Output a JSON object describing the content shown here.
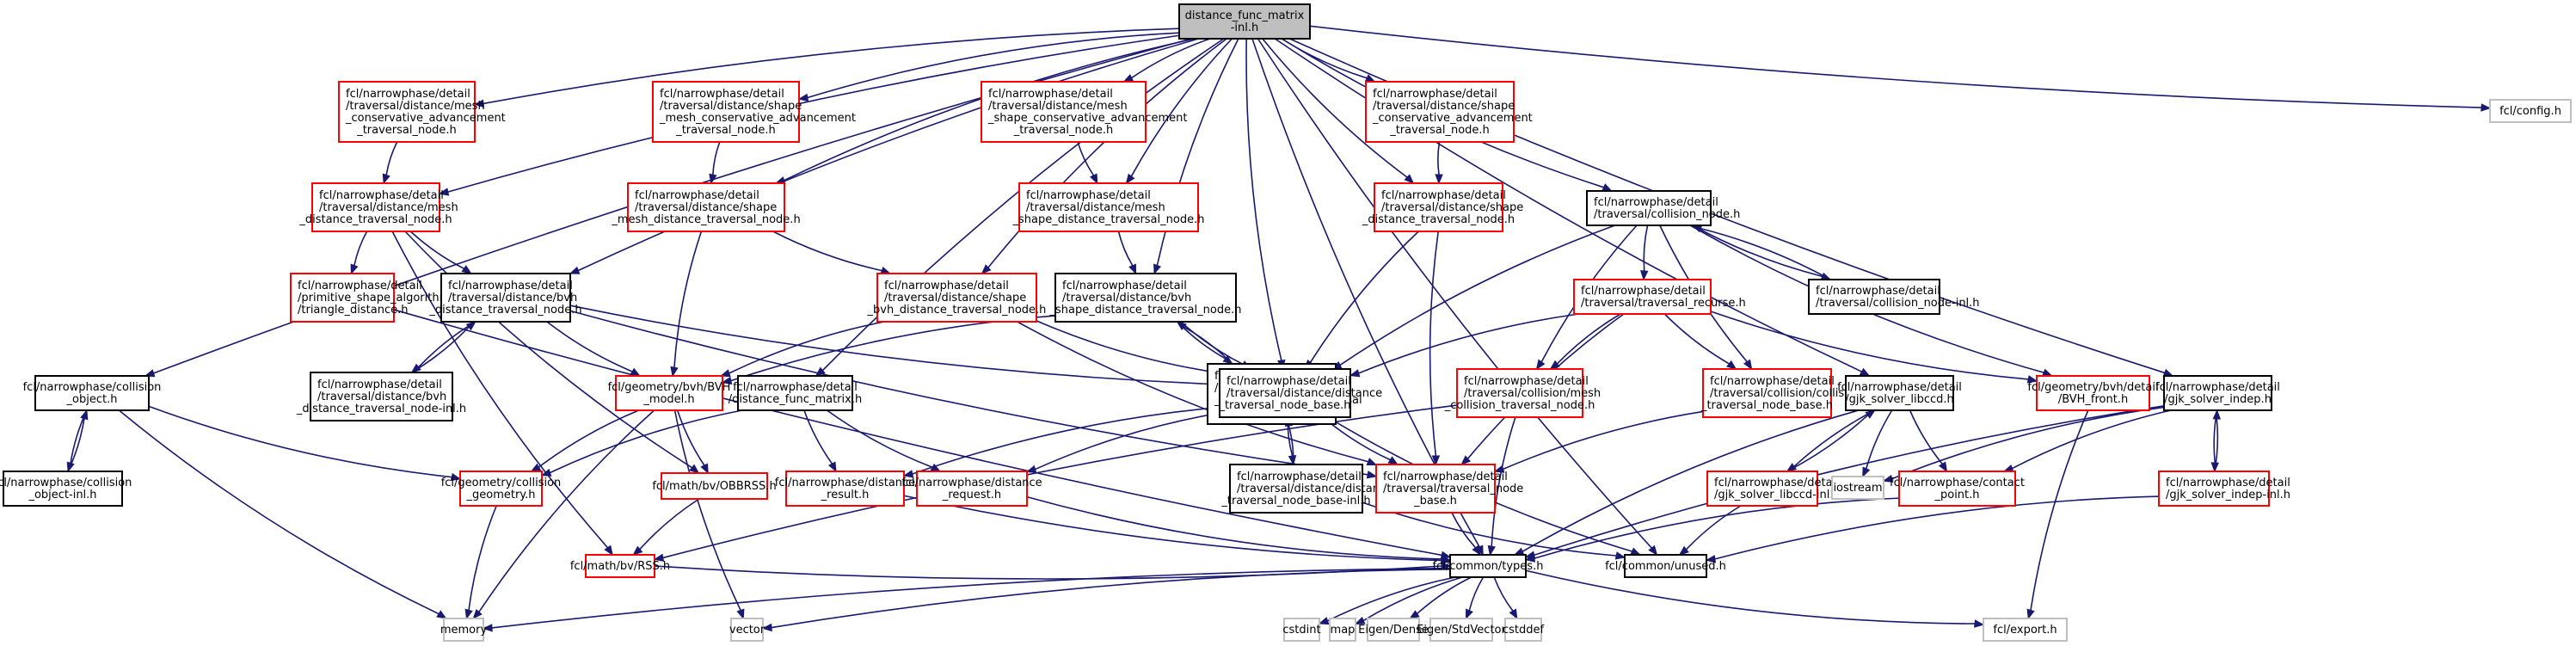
{
  "title": "distance_func_matrix-inl.h include dependency graph",
  "colors": {
    "edge": "#191970",
    "root_fill": "#bfbfbf",
    "documented_border": "#000000",
    "undocumented_border": "#ff0000",
    "external_border": "#bfbfbf"
  },
  "nodes": [
    {
      "id": "root",
      "lines": [
        "distance_func_matrix",
        "-inl.h"
      ],
      "kind": "root"
    },
    {
      "id": "mesh_ca",
      "lines": [
        "fcl/narrowphase/detail",
        "/traversal/distance/mesh",
        "_conservative_advancement",
        "_traversal_node.h"
      ],
      "kind": "red"
    },
    {
      "id": "shape_mesh_ca",
      "lines": [
        "fcl/narrowphase/detail",
        "/traversal/distance/shape",
        "_mesh_conservative_advancement",
        "_traversal_node.h"
      ],
      "kind": "red"
    },
    {
      "id": "mesh_shape_ca",
      "lines": [
        "fcl/narrowphase/detail",
        "/traversal/distance/mesh",
        "_shape_conservative_advancement",
        "_traversal_node.h"
      ],
      "kind": "red"
    },
    {
      "id": "shape_ca",
      "lines": [
        "fcl/narrowphase/detail",
        "/traversal/distance/shape",
        "_conservative_advancement",
        "_traversal_node.h"
      ],
      "kind": "red"
    },
    {
      "id": "config",
      "lines": [
        "fcl/config.h"
      ],
      "kind": "ext"
    },
    {
      "id": "mesh_dist",
      "lines": [
        "fcl/narrowphase/detail",
        "/traversal/distance/mesh",
        "_distance_traversal_node.h"
      ],
      "kind": "red"
    },
    {
      "id": "shape_mesh_dist",
      "lines": [
        "fcl/narrowphase/detail",
        "/traversal/distance/shape",
        "_mesh_distance_traversal_node.h"
      ],
      "kind": "red"
    },
    {
      "id": "mesh_shape_dist",
      "lines": [
        "fcl/narrowphase/detail",
        "/traversal/distance/mesh",
        "_shape_distance_traversal_node.h"
      ],
      "kind": "red"
    },
    {
      "id": "shape_dist",
      "lines": [
        "fcl/narrowphase/detail",
        "/traversal/distance/shape",
        "_distance_traversal_node.h"
      ],
      "kind": "red"
    },
    {
      "id": "collision_node",
      "lines": [
        "fcl/narrowphase/detail",
        "/traversal/collision_node.h"
      ],
      "kind": "black"
    },
    {
      "id": "triangle_distance",
      "lines": [
        "fcl/narrowphase/detail",
        "/primitive_shape_algorithm",
        "/triangle_distance.h"
      ],
      "kind": "red"
    },
    {
      "id": "bvh_dist",
      "lines": [
        "fcl/narrowphase/detail",
        "/traversal/distance/bvh",
        "_distance_traversal_node.h"
      ],
      "kind": "black"
    },
    {
      "id": "shape_bvh_dist",
      "lines": [
        "fcl/narrowphase/detail",
        "/traversal/distance/shape",
        "_bvh_distance_traversal_node.h"
      ],
      "kind": "red"
    },
    {
      "id": "bvh_shape_dist",
      "lines": [
        "fcl/narrowphase/detail",
        "/traversal/distance/bvh",
        "_shape_distance_traversal_node.h"
      ],
      "kind": "black"
    },
    {
      "id": "traversal_recurse",
      "lines": [
        "fcl/narrowphase/detail",
        "/traversal/traversal_recurse.h"
      ],
      "kind": "red"
    },
    {
      "id": "collision_node_inl",
      "lines": [
        "fcl/narrowphase/detail",
        "/traversal/collision_node-inl.h"
      ],
      "kind": "black"
    },
    {
      "id": "collision_object",
      "lines": [
        "fcl/narrowphase/collision",
        "_object.h"
      ],
      "kind": "black"
    },
    {
      "id": "bvh_dist_inl",
      "lines": [
        "fcl/narrowphase/detail",
        "/traversal/distance/bvh",
        "_distance_traversal_node-inl.h"
      ],
      "kind": "black"
    },
    {
      "id": "bvh_model",
      "lines": [
        "fcl/geometry/bvh/BVH",
        "_model.h"
      ],
      "kind": "red"
    },
    {
      "id": "distance_func_matrix",
      "lines": [
        "fcl/narrowphase/detail",
        "/distance_func_matrix.h"
      ],
      "kind": "black"
    },
    {
      "id": "bvh_shape_dist_inl",
      "lines": [
        "fcl/narrowphase/detail",
        "/traversal/distance/bvh",
        "_shape_distance_traversal",
        "_node-inl.h"
      ],
      "kind": "black"
    },
    {
      "id": "dist_node_base",
      "lines": [
        "fcl/narrowphase/detail",
        "/traversal/distance/distance",
        "_traversal_node_base.h"
      ],
      "kind": "black"
    },
    {
      "id": "mesh_coll",
      "lines": [
        "fcl/narrowphase/detail",
        "/traversal/collision/mesh",
        "_collision_traversal_node.h"
      ],
      "kind": "red"
    },
    {
      "id": "coll_node_base",
      "lines": [
        "fcl/narrowphase/detail",
        "/traversal/collision/collision",
        "_traversal_node_base.h"
      ],
      "kind": "red"
    },
    {
      "id": "gjk_libccd",
      "lines": [
        "fcl/narrowphase/detail",
        "/gjk_solver_libccd.h"
      ],
      "kind": "black"
    },
    {
      "id": "bvh_front",
      "lines": [
        "fcl/geometry/bvh/detail",
        "/BVH_front.h"
      ],
      "kind": "red"
    },
    {
      "id": "gjk_indep",
      "lines": [
        "fcl/narrowphase/detail",
        "/gjk_solver_indep.h"
      ],
      "kind": "black"
    },
    {
      "id": "collision_object_inl",
      "lines": [
        "fcl/narrowphase/collision",
        "_object-inl.h"
      ],
      "kind": "black"
    },
    {
      "id": "collision_geometry",
      "lines": [
        "fcl/geometry/collision",
        "_geometry.h"
      ],
      "kind": "red"
    },
    {
      "id": "obbrss",
      "lines": [
        "fcl/math/bv/OBBRSS.h"
      ],
      "kind": "red"
    },
    {
      "id": "distance_result",
      "lines": [
        "fcl/narrowphase/distance",
        "_result.h"
      ],
      "kind": "red"
    },
    {
      "id": "distance_request",
      "lines": [
        "fcl/narrowphase/distance",
        "_request.h"
      ],
      "kind": "red"
    },
    {
      "id": "dist_node_base_inl",
      "lines": [
        "fcl/narrowphase/detail",
        "/traversal/distance/distance",
        "_traversal_node_base-inl.h"
      ],
      "kind": "black"
    },
    {
      "id": "traversal_node_base",
      "lines": [
        "fcl/narrowphase/detail",
        "/traversal/traversal_node",
        "_base.h"
      ],
      "kind": "red"
    },
    {
      "id": "gjk_libccd_inl",
      "lines": [
        "fcl/narrowphase/detail",
        "/gjk_solver_libccd-inl.h"
      ],
      "kind": "red"
    },
    {
      "id": "iostream",
      "lines": [
        "iostream"
      ],
      "kind": "ext"
    },
    {
      "id": "contact_point",
      "lines": [
        "fcl/narrowphase/contact",
        "_point.h"
      ],
      "kind": "red"
    },
    {
      "id": "gjk_indep_inl",
      "lines": [
        "fcl/narrowphase/detail",
        "/gjk_solver_indep-inl.h"
      ],
      "kind": "red"
    },
    {
      "id": "rss",
      "lines": [
        "fcl/math/bv/RSS.h"
      ],
      "kind": "red"
    },
    {
      "id": "types",
      "lines": [
        "fcl/common/types.h"
      ],
      "kind": "black"
    },
    {
      "id": "unused",
      "lines": [
        "fcl/common/unused.h"
      ],
      "kind": "black"
    },
    {
      "id": "memory",
      "lines": [
        "memory"
      ],
      "kind": "ext"
    },
    {
      "id": "vector",
      "lines": [
        "vector"
      ],
      "kind": "ext"
    },
    {
      "id": "cstdint",
      "lines": [
        "cstdint"
      ],
      "kind": "ext"
    },
    {
      "id": "map",
      "lines": [
        "map"
      ],
      "kind": "ext"
    },
    {
      "id": "eigen_dense",
      "lines": [
        "Eigen/Dense"
      ],
      "kind": "ext"
    },
    {
      "id": "eigen_stdvector",
      "lines": [
        "Eigen/StdVector"
      ],
      "kind": "ext"
    },
    {
      "id": "cstddef",
      "lines": [
        "cstddef"
      ],
      "kind": "ext"
    },
    {
      "id": "export",
      "lines": [
        "fcl/export.h"
      ],
      "kind": "ext"
    }
  ],
  "edges": [
    [
      "root",
      "mesh_ca"
    ],
    [
      "root",
      "shape_mesh_ca"
    ],
    [
      "root",
      "mesh_shape_ca"
    ],
    [
      "root",
      "shape_ca"
    ],
    [
      "root",
      "config"
    ],
    [
      "root",
      "mesh_dist"
    ],
    [
      "root",
      "shape_mesh_dist"
    ],
    [
      "root",
      "mesh_shape_dist"
    ],
    [
      "root",
      "shape_dist"
    ],
    [
      "root",
      "collision_node"
    ],
    [
      "root",
      "bvh_dist"
    ],
    [
      "root",
      "shape_bvh_dist"
    ],
    [
      "root",
      "bvh_shape_dist"
    ],
    [
      "root",
      "collision_object"
    ],
    [
      "root",
      "distance_func_matrix"
    ],
    [
      "root",
      "dist_node_base"
    ],
    [
      "root",
      "gjk_libccd"
    ],
    [
      "root",
      "gjk_indep"
    ],
    [
      "root",
      "types"
    ],
    [
      "root",
      "unused"
    ],
    [
      "mesh_ca",
      "mesh_dist"
    ],
    [
      "shape_mesh_ca",
      "shape_mesh_dist"
    ],
    [
      "mesh_shape_ca",
      "mesh_shape_dist"
    ],
    [
      "shape_ca",
      "shape_dist"
    ],
    [
      "mesh_dist",
      "triangle_distance"
    ],
    [
      "mesh_dist",
      "bvh_dist"
    ],
    [
      "mesh_dist",
      "rss"
    ],
    [
      "mesh_dist",
      "obbrss"
    ],
    [
      "shape_mesh_dist",
      "shape_bvh_dist"
    ],
    [
      "shape_mesh_dist",
      "bvh_model"
    ],
    [
      "mesh_shape_dist",
      "bvh_shape_dist"
    ],
    [
      "shape_dist",
      "dist_node_base"
    ],
    [
      "shape_dist",
      "traversal_node_base"
    ],
    [
      "collision_node",
      "traversal_recurse"
    ],
    [
      "collision_node",
      "collision_node_inl"
    ],
    [
      "collision_node",
      "bvh_front"
    ],
    [
      "collision_node",
      "mesh_coll"
    ],
    [
      "collision_node",
      "coll_node_base"
    ],
    [
      "collision_node",
      "dist_node_base"
    ],
    [
      "collision_node_inl",
      "collision_node"
    ],
    [
      "triangle_distance",
      "types"
    ],
    [
      "bvh_dist",
      "bvh_dist_inl"
    ],
    [
      "bvh_dist",
      "bvh_model"
    ],
    [
      "bvh_dist",
      "dist_node_base"
    ],
    [
      "bvh_dist",
      "traversal_node_base"
    ],
    [
      "bvh_dist_inl",
      "bvh_dist"
    ],
    [
      "shape_bvh_dist",
      "bvh_model"
    ],
    [
      "shape_bvh_dist",
      "dist_node_base"
    ],
    [
      "shape_bvh_dist",
      "traversal_node_base"
    ],
    [
      "bvh_shape_dist",
      "bvh_shape_dist_inl"
    ],
    [
      "bvh_shape_dist",
      "bvh_model"
    ],
    [
      "bvh_shape_dist",
      "dist_node_base"
    ],
    [
      "bvh_shape_dist_inl",
      "bvh_shape_dist"
    ],
    [
      "bvh_shape_dist_inl",
      "unused"
    ],
    [
      "traversal_recurse",
      "dist_node_base"
    ],
    [
      "traversal_recurse",
      "mesh_coll"
    ],
    [
      "traversal_recurse",
      "coll_node_base"
    ],
    [
      "traversal_recurse",
      "bvh_front"
    ],
    [
      "traversal_recurse",
      "traversal_node_base"
    ],
    [
      "collision_object",
      "collision_object_inl"
    ],
    [
      "collision_object",
      "collision_geometry"
    ],
    [
      "collision_object",
      "memory"
    ],
    [
      "collision_object_inl",
      "collision_object"
    ],
    [
      "bvh_model",
      "collision_geometry"
    ],
    [
      "bvh_model",
      "obbrss"
    ],
    [
      "bvh_model",
      "memory"
    ],
    [
      "bvh_model",
      "vector"
    ],
    [
      "distance_func_matrix",
      "collision_geometry"
    ],
    [
      "distance_func_matrix",
      "distance_result"
    ],
    [
      "distance_func_matrix",
      "distance_request"
    ],
    [
      "dist_node_base",
      "dist_node_base_inl"
    ],
    [
      "dist_node_base",
      "traversal_node_base"
    ],
    [
      "dist_node_base",
      "distance_result"
    ],
    [
      "dist_node_base",
      "distance_request"
    ],
    [
      "dist_node_base_inl",
      "dist_node_base"
    ],
    [
      "dist_node_base_inl",
      "unused"
    ],
    [
      "mesh_coll",
      "rss"
    ],
    [
      "mesh_coll",
      "types"
    ],
    [
      "coll_node_base",
      "traversal_node_base"
    ],
    [
      "gjk_libccd",
      "gjk_libccd_inl"
    ],
    [
      "gjk_libccd",
      "iostream"
    ],
    [
      "gjk_libccd",
      "contact_point"
    ],
    [
      "gjk_libccd",
      "types"
    ],
    [
      "gjk_libccd_inl",
      "gjk_libccd"
    ],
    [
      "gjk_libccd_inl",
      "unused"
    ],
    [
      "bvh_front",
      "export"
    ],
    [
      "gjk_indep",
      "gjk_indep_inl"
    ],
    [
      "gjk_indep",
      "iostream"
    ],
    [
      "gjk_indep",
      "contact_point"
    ],
    [
      "gjk_indep",
      "types"
    ],
    [
      "gjk_indep_inl",
      "gjk_indep"
    ],
    [
      "gjk_indep_inl",
      "unused"
    ],
    [
      "collision_geometry",
      "memory"
    ],
    [
      "obbrss",
      "rss"
    ],
    [
      "distance_result",
      "types"
    ],
    [
      "distance_request",
      "types"
    ],
    [
      "traversal_node_base",
      "types"
    ],
    [
      "contact_point",
      "types"
    ],
    [
      "rss",
      "types"
    ],
    [
      "types",
      "memory"
    ],
    [
      "types",
      "vector"
    ],
    [
      "types",
      "cstdint"
    ],
    [
      "types",
      "map"
    ],
    [
      "types",
      "eigen_dense"
    ],
    [
      "types",
      "eigen_stdvector"
    ],
    [
      "types",
      "cstddef"
    ],
    [
      "types",
      "export"
    ]
  ]
}
